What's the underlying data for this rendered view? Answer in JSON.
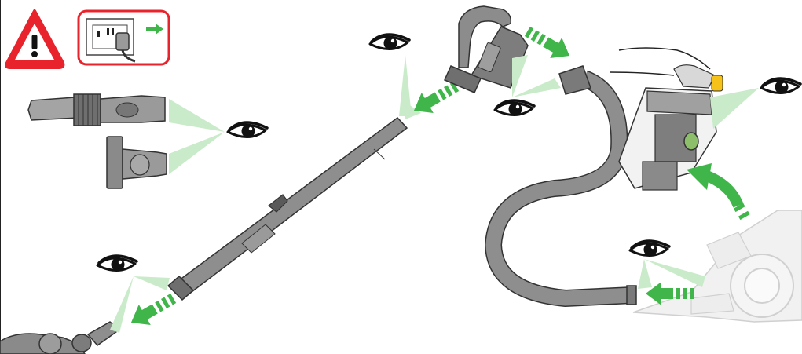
{
  "diagram": {
    "colors": {
      "warning_red": "#e8232b",
      "arrow_green": "#3fb54a",
      "sight_green": "#c9ebc9",
      "part_grey": "#8e8e8e",
      "part_dark": "#5a5a5a",
      "machine_faded": "#dedede",
      "bin_yellow": "#f6c21a"
    },
    "icons": [
      "warning-triangle-icon",
      "unplug-icon",
      "eye-icon",
      "green-arrow-icon"
    ],
    "steps": [
      {
        "name": "unplug"
      },
      {
        "name": "check-tools"
      },
      {
        "name": "check-wand-ends"
      },
      {
        "name": "check-handle-hose-joint"
      },
      {
        "name": "check-cyclone-inlet"
      },
      {
        "name": "check-machine-inlet"
      }
    ]
  }
}
